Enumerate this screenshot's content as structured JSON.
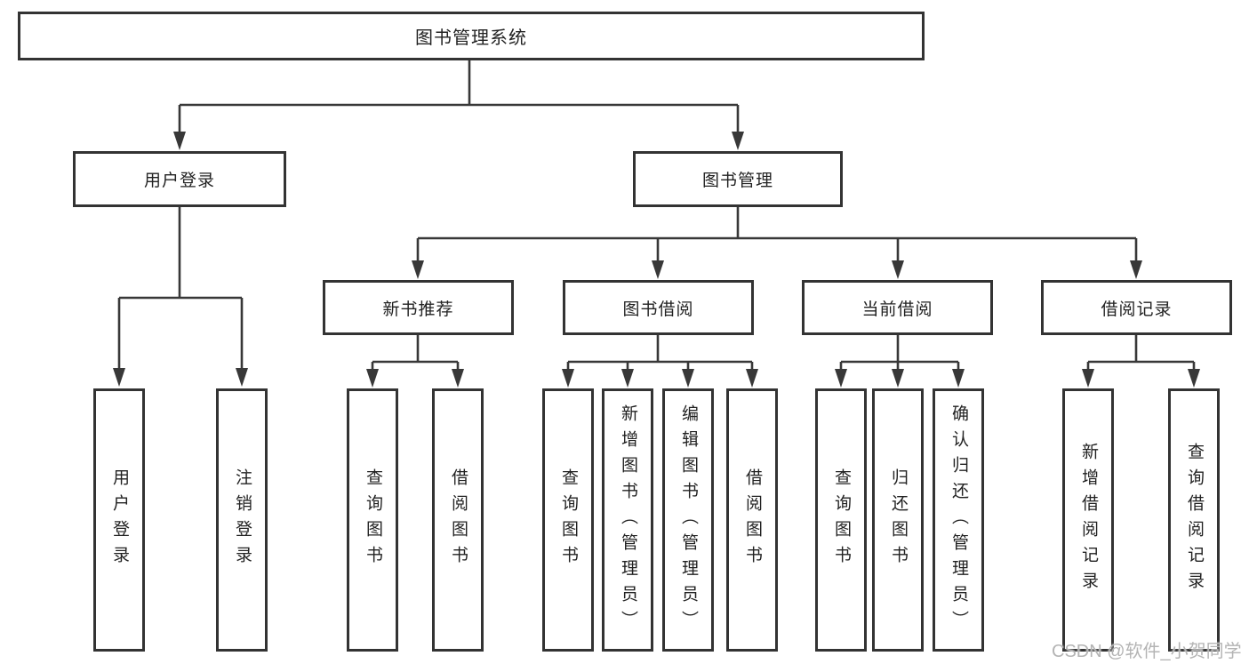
{
  "watermark": "CSDN @软件_小贺同学",
  "colors": {
    "line": "#383838",
    "box_border": "#333333",
    "text": "#222222",
    "watermark": "#b4b4b4",
    "background": "#ffffff"
  },
  "tree": {
    "root": {
      "label": "图书管理系统",
      "children": [
        {
          "label": "用户登录",
          "children": [
            {
              "label": "用户登录"
            },
            {
              "label": "注销登录"
            }
          ]
        },
        {
          "label": "图书管理",
          "children": [
            {
              "label": "新书推荐",
              "children": [
                {
                  "label": "查询图书"
                },
                {
                  "label": "借阅图书"
                }
              ]
            },
            {
              "label": "图书借阅",
              "children": [
                {
                  "label": "查询图书"
                },
                {
                  "label": "新增图书（管理员）"
                },
                {
                  "label": "编辑图书（管理员）"
                },
                {
                  "label": "借阅图书"
                }
              ]
            },
            {
              "label": "当前借阅",
              "children": [
                {
                  "label": "查询图书"
                },
                {
                  "label": "归还图书"
                },
                {
                  "label": "确认归还（管理员）"
                }
              ]
            },
            {
              "label": "借阅记录",
              "children": [
                {
                  "label": "新增借阅记录"
                },
                {
                  "label": "查询借阅记录"
                }
              ]
            }
          ]
        }
      ]
    }
  }
}
